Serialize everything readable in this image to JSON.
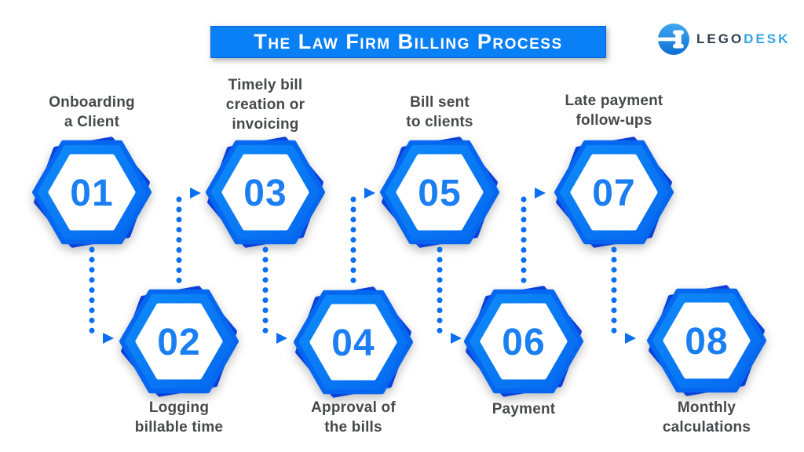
{
  "title": "The Law Firm Billing Process",
  "logo": {
    "name_primary": "LEGO",
    "name_secondary": "DESK",
    "icon": "gavel-icon"
  },
  "steps": [
    {
      "num": "01",
      "label": "Onboarding\na Client"
    },
    {
      "num": "02",
      "label": "Logging\nbillable time"
    },
    {
      "num": "03",
      "label": "Timely bill\ncreation or\ninvoicing"
    },
    {
      "num": "04",
      "label": "Approval of\nthe bills"
    },
    {
      "num": "05",
      "label": "Bill sent\nto clients"
    },
    {
      "num": "06",
      "label": "Payment"
    },
    {
      "num": "07",
      "label": "Late payment\nfollow-ups"
    },
    {
      "num": "08",
      "label": "Monthly\ncalculations"
    }
  ],
  "colors": {
    "banner_blue": "#0A80F7",
    "hex_blue_light": "#0E8DFA",
    "hex_blue_deep": "#0567EF",
    "hex_dark_blue": "#0C40D8",
    "number_blue": "#1B7FF2",
    "dot_blue": "#0B6FF0",
    "label_gray": "#46494C",
    "logo_dark": "#2F3E4E",
    "logo_light": "#35A3E8"
  }
}
